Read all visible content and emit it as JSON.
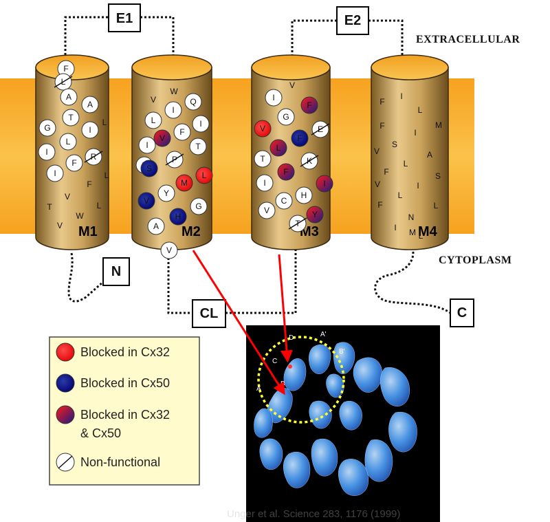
{
  "labels": {
    "extracellular": "EXTRACELLULAR",
    "cytoplasm": "CYTOPLASM",
    "boxes": {
      "E1": "E1",
      "E2": "E2",
      "N": "N",
      "C": "C",
      "CL": "CL"
    }
  },
  "colors": {
    "membrane": "#f7b12e",
    "helix": "#c9a15a",
    "blocked_cx32": "#ff0000",
    "blocked_cx50": "#000080",
    "blocked_both": "#9b1b3a",
    "map_background": "#000000",
    "map_density": "#3f8ee8",
    "highlight_circle": "#ffff33"
  },
  "helices": [
    {
      "id": "M1",
      "label": "M1",
      "residues": [
        {
          "t": "F",
          "s": "open"
        },
        {
          "t": "L",
          "s": "nonfunctional"
        },
        {
          "t": "A",
          "s": "open"
        },
        {
          "t": "A",
          "s": "open"
        },
        {
          "t": "T",
          "s": "open"
        },
        {
          "t": "L",
          "s": "plain"
        },
        {
          "t": "G",
          "s": "open"
        },
        {
          "t": "I",
          "s": "open"
        },
        {
          "t": "L",
          "s": "open"
        },
        {
          "t": "I",
          "s": "open"
        },
        {
          "t": "F",
          "s": "open"
        },
        {
          "t": "R",
          "s": "nonfunctional"
        },
        {
          "t": "I",
          "s": "open"
        },
        {
          "t": "L",
          "s": "plain"
        },
        {
          "t": "F",
          "s": "plain"
        },
        {
          "t": "V",
          "s": "plain"
        },
        {
          "t": "T",
          "s": "plain"
        },
        {
          "t": "L",
          "s": "plain"
        },
        {
          "t": "W",
          "s": "plain"
        },
        {
          "t": "V",
          "s": "plain"
        }
      ]
    },
    {
      "id": "M2",
      "label": "M2",
      "residues": [
        {
          "t": "W",
          "s": "plain"
        },
        {
          "t": "V",
          "s": "plain"
        },
        {
          "t": "I",
          "s": "open"
        },
        {
          "t": "Q",
          "s": "open"
        },
        {
          "t": "L",
          "s": "open"
        },
        {
          "t": "I",
          "s": "open"
        },
        {
          "t": "V",
          "s": "both"
        },
        {
          "t": "F",
          "s": "open"
        },
        {
          "t": "I",
          "s": "open"
        },
        {
          "t": "S",
          "s": "open"
        },
        {
          "t": "P",
          "s": "nonfunctional"
        },
        {
          "t": "T",
          "s": "open"
        },
        {
          "t": "S",
          "s": "cx50"
        },
        {
          "t": "M",
          "s": "cx32"
        },
        {
          "t": "L",
          "s": "cx32"
        },
        {
          "t": "Y",
          "s": "open"
        },
        {
          "t": "V",
          "s": "cx50"
        },
        {
          "t": "H",
          "s": "cx50"
        },
        {
          "t": "G",
          "s": "open"
        },
        {
          "t": "A",
          "s": "open"
        },
        {
          "t": "V",
          "s": "open"
        }
      ]
    },
    {
      "id": "M3",
      "label": "M3",
      "residues": [
        {
          "t": "V",
          "s": "plain"
        },
        {
          "t": "I",
          "s": "open"
        },
        {
          "t": "F",
          "s": "both"
        },
        {
          "t": "G",
          "s": "open"
        },
        {
          "t": "V",
          "s": "cx32"
        },
        {
          "t": "E",
          "s": "nonfunctional"
        },
        {
          "t": "F",
          "s": "cx50"
        },
        {
          "t": "L",
          "s": "both"
        },
        {
          "t": "T",
          "s": "open"
        },
        {
          "t": "K",
          "s": "nonfunctional"
        },
        {
          "t": "F",
          "s": "both"
        },
        {
          "t": "I",
          "s": "open"
        },
        {
          "t": "I",
          "s": "both"
        },
        {
          "t": "H",
          "s": "open"
        },
        {
          "t": "C",
          "s": "open"
        },
        {
          "t": "V",
          "s": "open"
        },
        {
          "t": "Y",
          "s": "both"
        },
        {
          "t": "T",
          "s": "nonfunctional"
        }
      ]
    },
    {
      "id": "M4",
      "label": "M4",
      "residues": [
        {
          "t": "F",
          "s": "plain"
        },
        {
          "t": "I",
          "s": "plain"
        },
        {
          "t": "L",
          "s": "plain"
        },
        {
          "t": "M",
          "s": "plain"
        },
        {
          "t": "F",
          "s": "plain"
        },
        {
          "t": "S",
          "s": "plain"
        },
        {
          "t": "I",
          "s": "plain"
        },
        {
          "t": "V",
          "s": "plain"
        },
        {
          "t": "L",
          "s": "plain"
        },
        {
          "t": "A",
          "s": "plain"
        },
        {
          "t": "F",
          "s": "plain"
        },
        {
          "t": "S",
          "s": "plain"
        },
        {
          "t": "V",
          "s": "plain"
        },
        {
          "t": "I",
          "s": "plain"
        },
        {
          "t": "L",
          "s": "plain"
        },
        {
          "t": "F",
          "s": "plain"
        },
        {
          "t": "L",
          "s": "plain"
        },
        {
          "t": "N",
          "s": "plain"
        },
        {
          "t": "I",
          "s": "plain"
        },
        {
          "t": "M",
          "s": "plain"
        },
        {
          "t": "L",
          "s": "plain"
        }
      ]
    }
  ],
  "legend": [
    {
      "key": "cx32",
      "label": "Blocked in Cx32"
    },
    {
      "key": "cx50",
      "label": "Blocked in Cx50"
    },
    {
      "key": "both",
      "label": "Blocked in Cx32\n& Cx50"
    },
    {
      "key": "nonfunctional",
      "label": "Non-functional"
    }
  ],
  "density_map": {
    "subunit_labels": [
      "A",
      "B",
      "C",
      "D",
      "A'",
      "B'"
    ],
    "citation": "Unger et al. Science 283, 1176 (1999)"
  }
}
